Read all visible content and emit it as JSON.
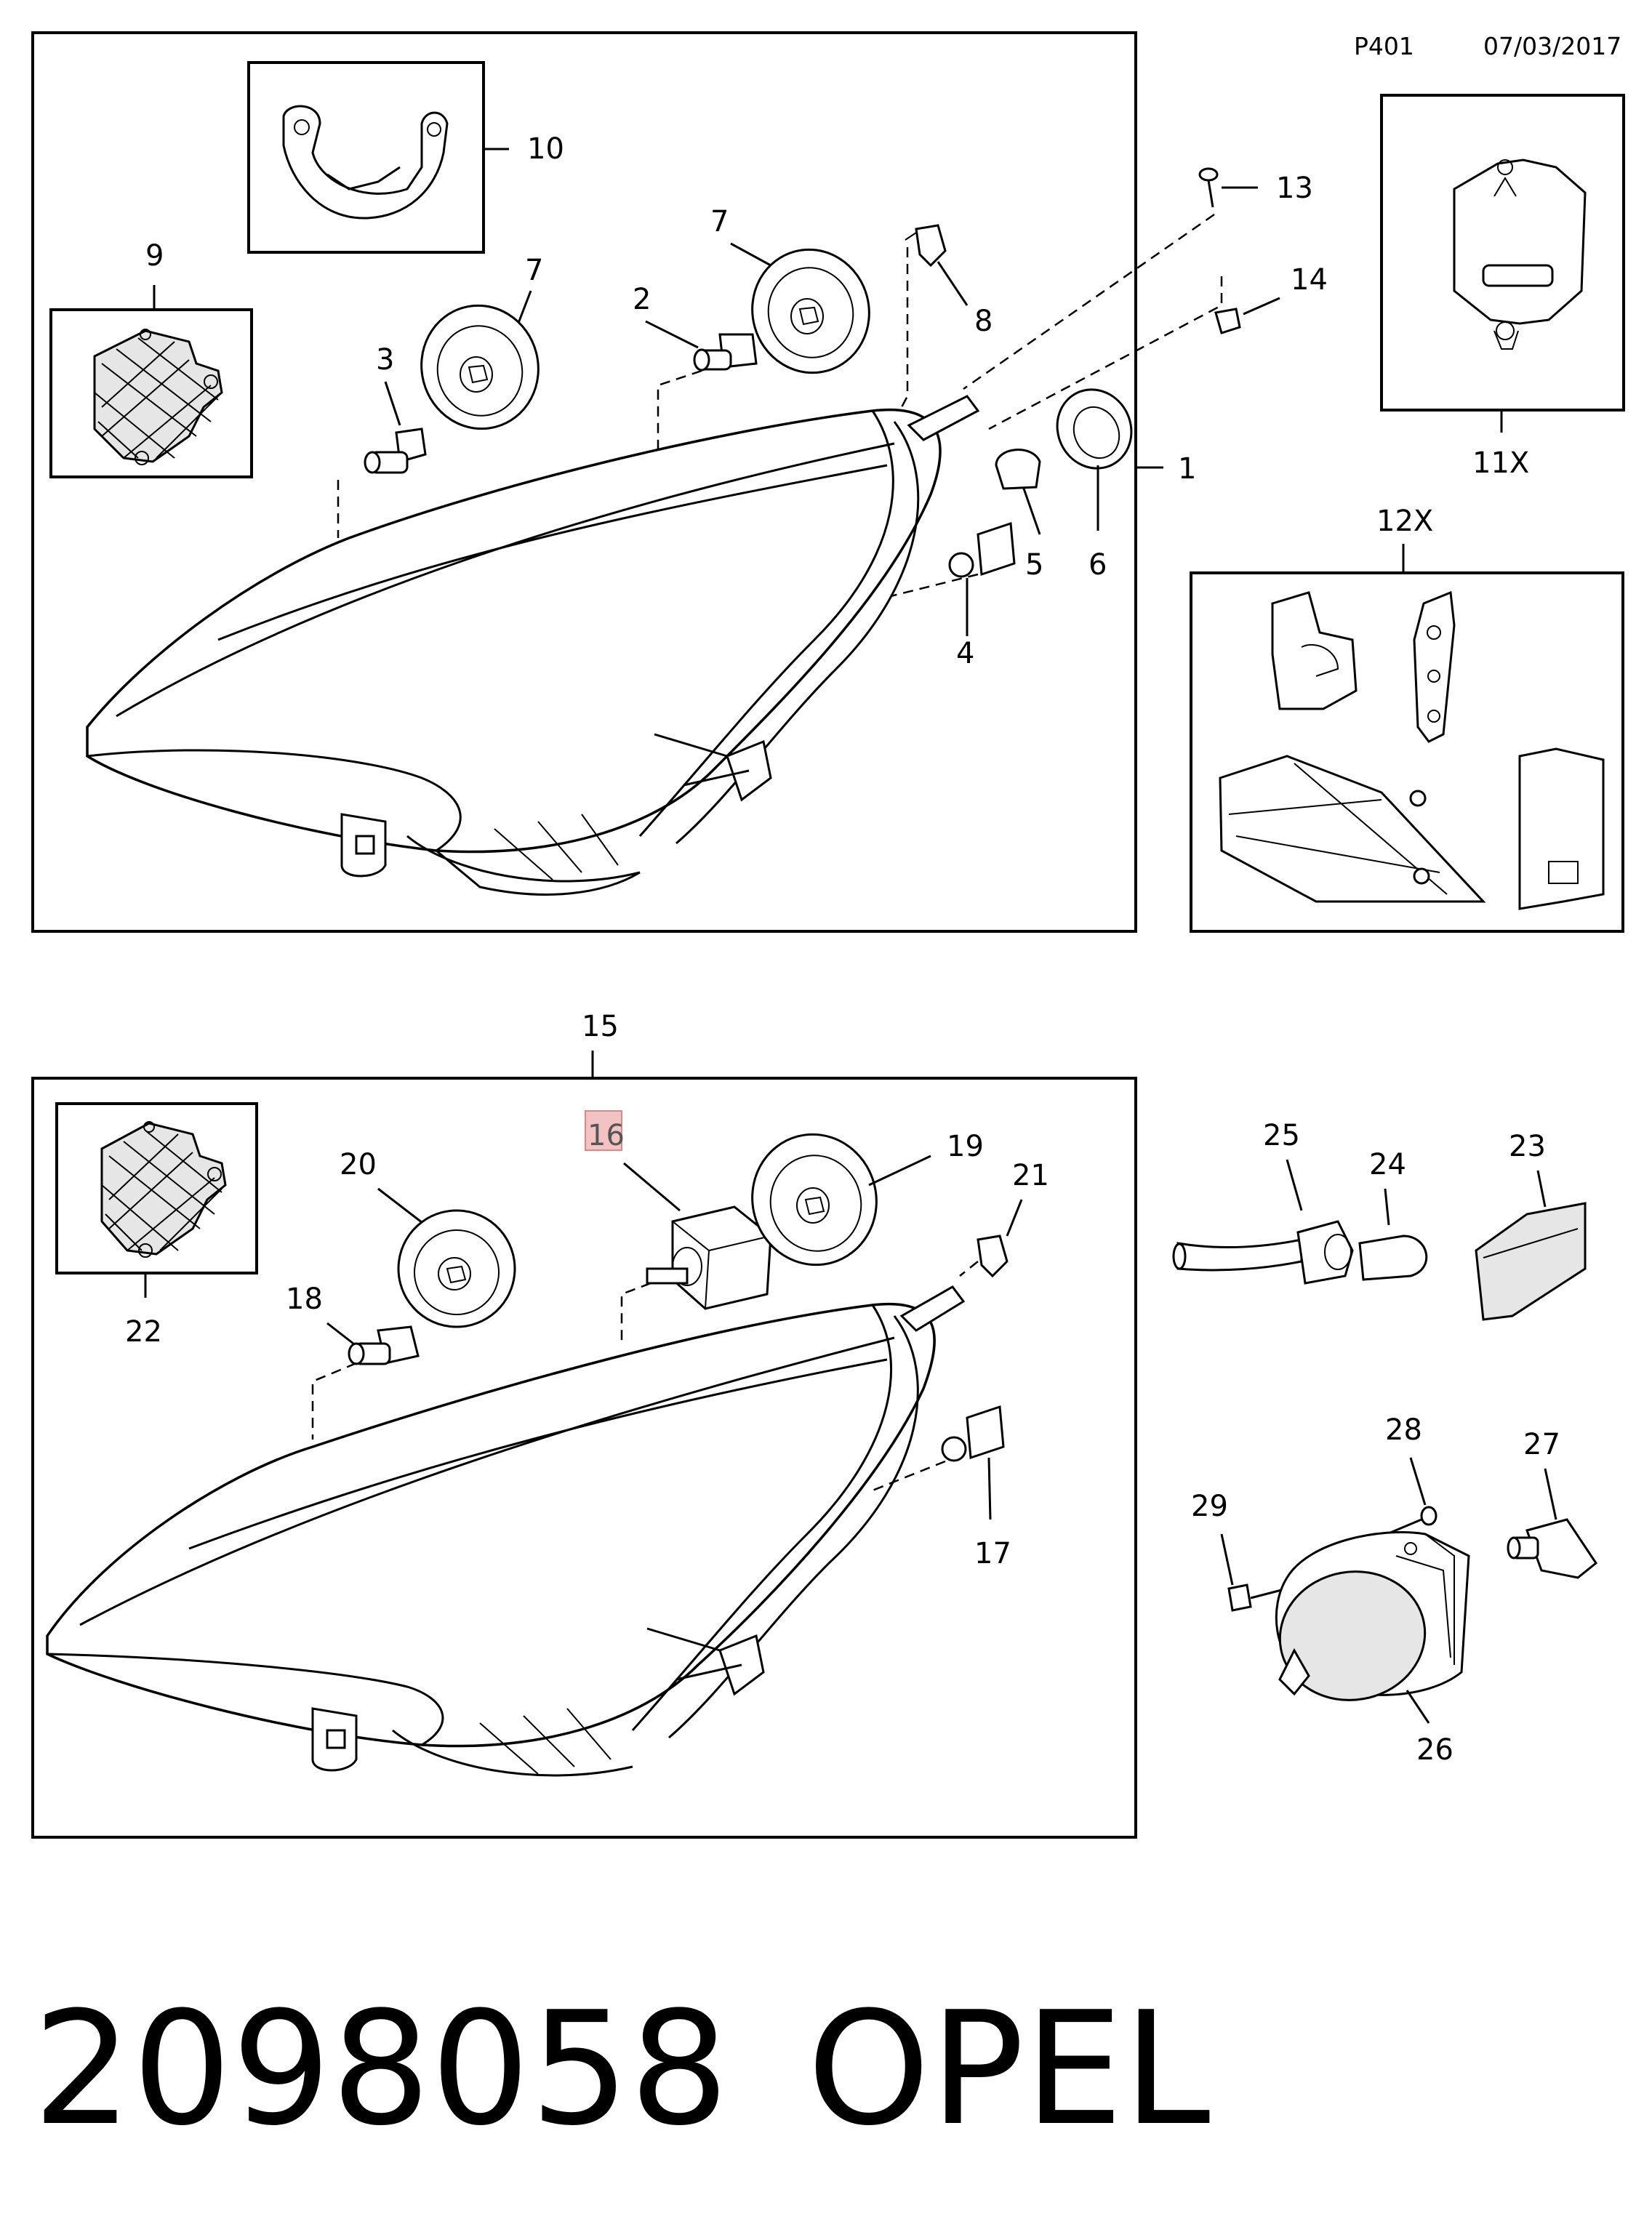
{
  "header": {
    "page_code": "P401",
    "date": "07/03/2017"
  },
  "footer": {
    "part_number": "2098058",
    "brand": "OPEL"
  },
  "callouts": {
    "c1": "1",
    "c2": "2",
    "c3": "3",
    "c4": "4",
    "c5": "5",
    "c6": "6",
    "c7a": "7",
    "c7b": "7",
    "c8": "8",
    "c9": "9",
    "c10": "10",
    "c11x": "11X",
    "c12x": "12X",
    "c13": "13",
    "c14": "14",
    "c15": "15",
    "c16": "16",
    "c17": "17",
    "c18": "18",
    "c19": "19",
    "c20": "20",
    "c21": "21",
    "c22": "22",
    "c23": "23",
    "c24": "24",
    "c25": "25",
    "c26": "26",
    "c27": "27",
    "c28": "28",
    "c29": "29"
  },
  "colors": {
    "line": "#000000",
    "background": "#ffffff",
    "highlight": "#f3c3c3"
  }
}
